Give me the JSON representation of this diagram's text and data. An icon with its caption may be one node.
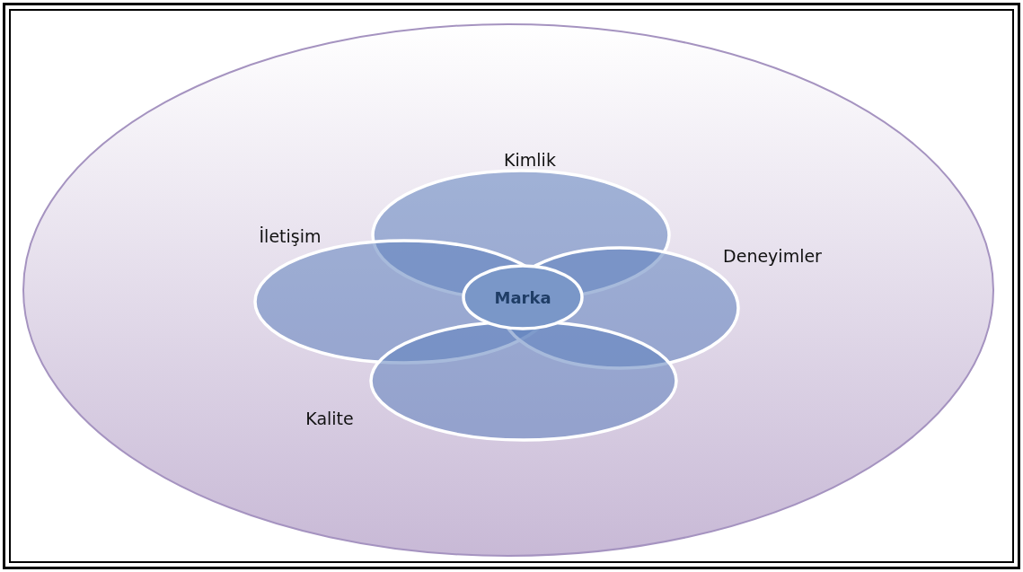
{
  "diagram": {
    "nodes": [
      {
        "text": [],
        "shape": "ellipse"
      },
      {
        "text": [
          "Kimlik"
        ],
        "in": 0
      },
      {
        "text": [
          "İletişim"
        ],
        "in": 0
      },
      {
        "text": [
          "Deneyimler"
        ],
        "in": 0
      },
      {
        "text": [
          "Kalite"
        ],
        "in": 0
      },
      {
        "text": [
          "Marka"
        ],
        "in": 0
      }
    ]
  }
}
